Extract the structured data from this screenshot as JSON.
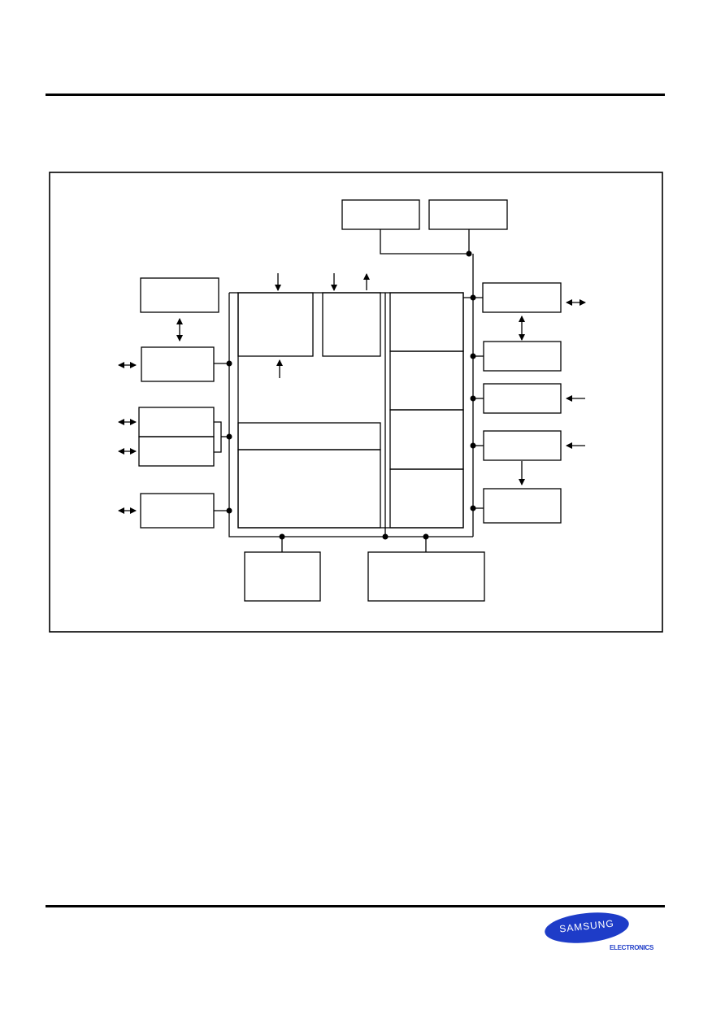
{
  "header": {
    "title": ""
  },
  "footer": {
    "logo": {
      "brand": "SAMSUNG",
      "sub": "ELECTRONICS",
      "color": "#1e3cc8"
    }
  },
  "diagram": {
    "frame_color": "#000000",
    "boxes": [
      {
        "id": "top-left-block",
        "label": ""
      },
      {
        "id": "top-right-block",
        "label": ""
      },
      {
        "id": "left-block-1",
        "label": ""
      },
      {
        "id": "left-block-2",
        "label": ""
      },
      {
        "id": "left-block-3a",
        "label": ""
      },
      {
        "id": "left-block-3b",
        "label": ""
      },
      {
        "id": "left-block-4",
        "label": ""
      },
      {
        "id": "core-block-a",
        "label": ""
      },
      {
        "id": "core-block-b",
        "label": ""
      },
      {
        "id": "core-memory-upper",
        "label": ""
      },
      {
        "id": "core-memory-lower",
        "label": ""
      },
      {
        "id": "core-column-1",
        "label": ""
      },
      {
        "id": "core-column-2",
        "label": ""
      },
      {
        "id": "core-column-3",
        "label": ""
      },
      {
        "id": "core-column-4",
        "label": ""
      },
      {
        "id": "right-block-1",
        "label": ""
      },
      {
        "id": "right-block-2",
        "label": ""
      },
      {
        "id": "right-block-3",
        "label": ""
      },
      {
        "id": "right-block-4",
        "label": ""
      },
      {
        "id": "right-block-5",
        "label": ""
      },
      {
        "id": "bottom-block-1",
        "label": ""
      },
      {
        "id": "bottom-block-2",
        "label": ""
      }
    ]
  }
}
